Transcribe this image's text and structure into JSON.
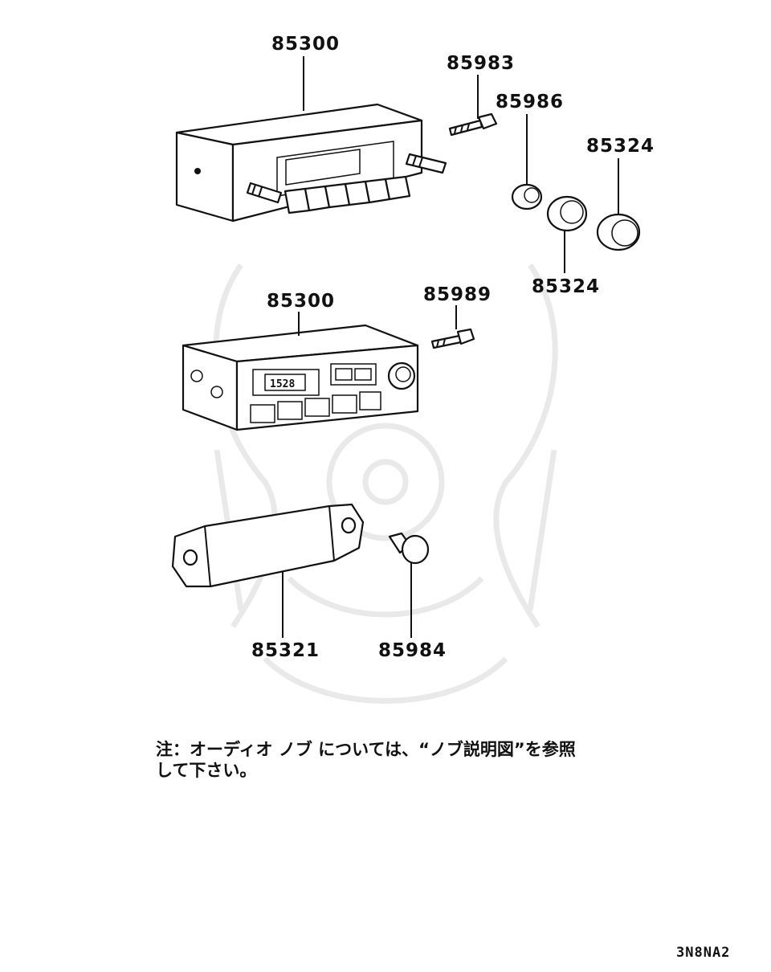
{
  "parts": {
    "radio_upper": "85300",
    "screw_upper": "85983",
    "nut": "85986",
    "knob_ring": "85324",
    "knob_cap": "85324",
    "radio_lower": "85300",
    "screw_lower": "85989",
    "bracket": "85321",
    "clip": "85984"
  },
  "display_text": "1528",
  "note": {
    "line1": "注：オーディオ ノブ については、“ノブ説明図”を参照",
    "line2": "して下さい。"
  },
  "diagram_code": "3N8NA2"
}
